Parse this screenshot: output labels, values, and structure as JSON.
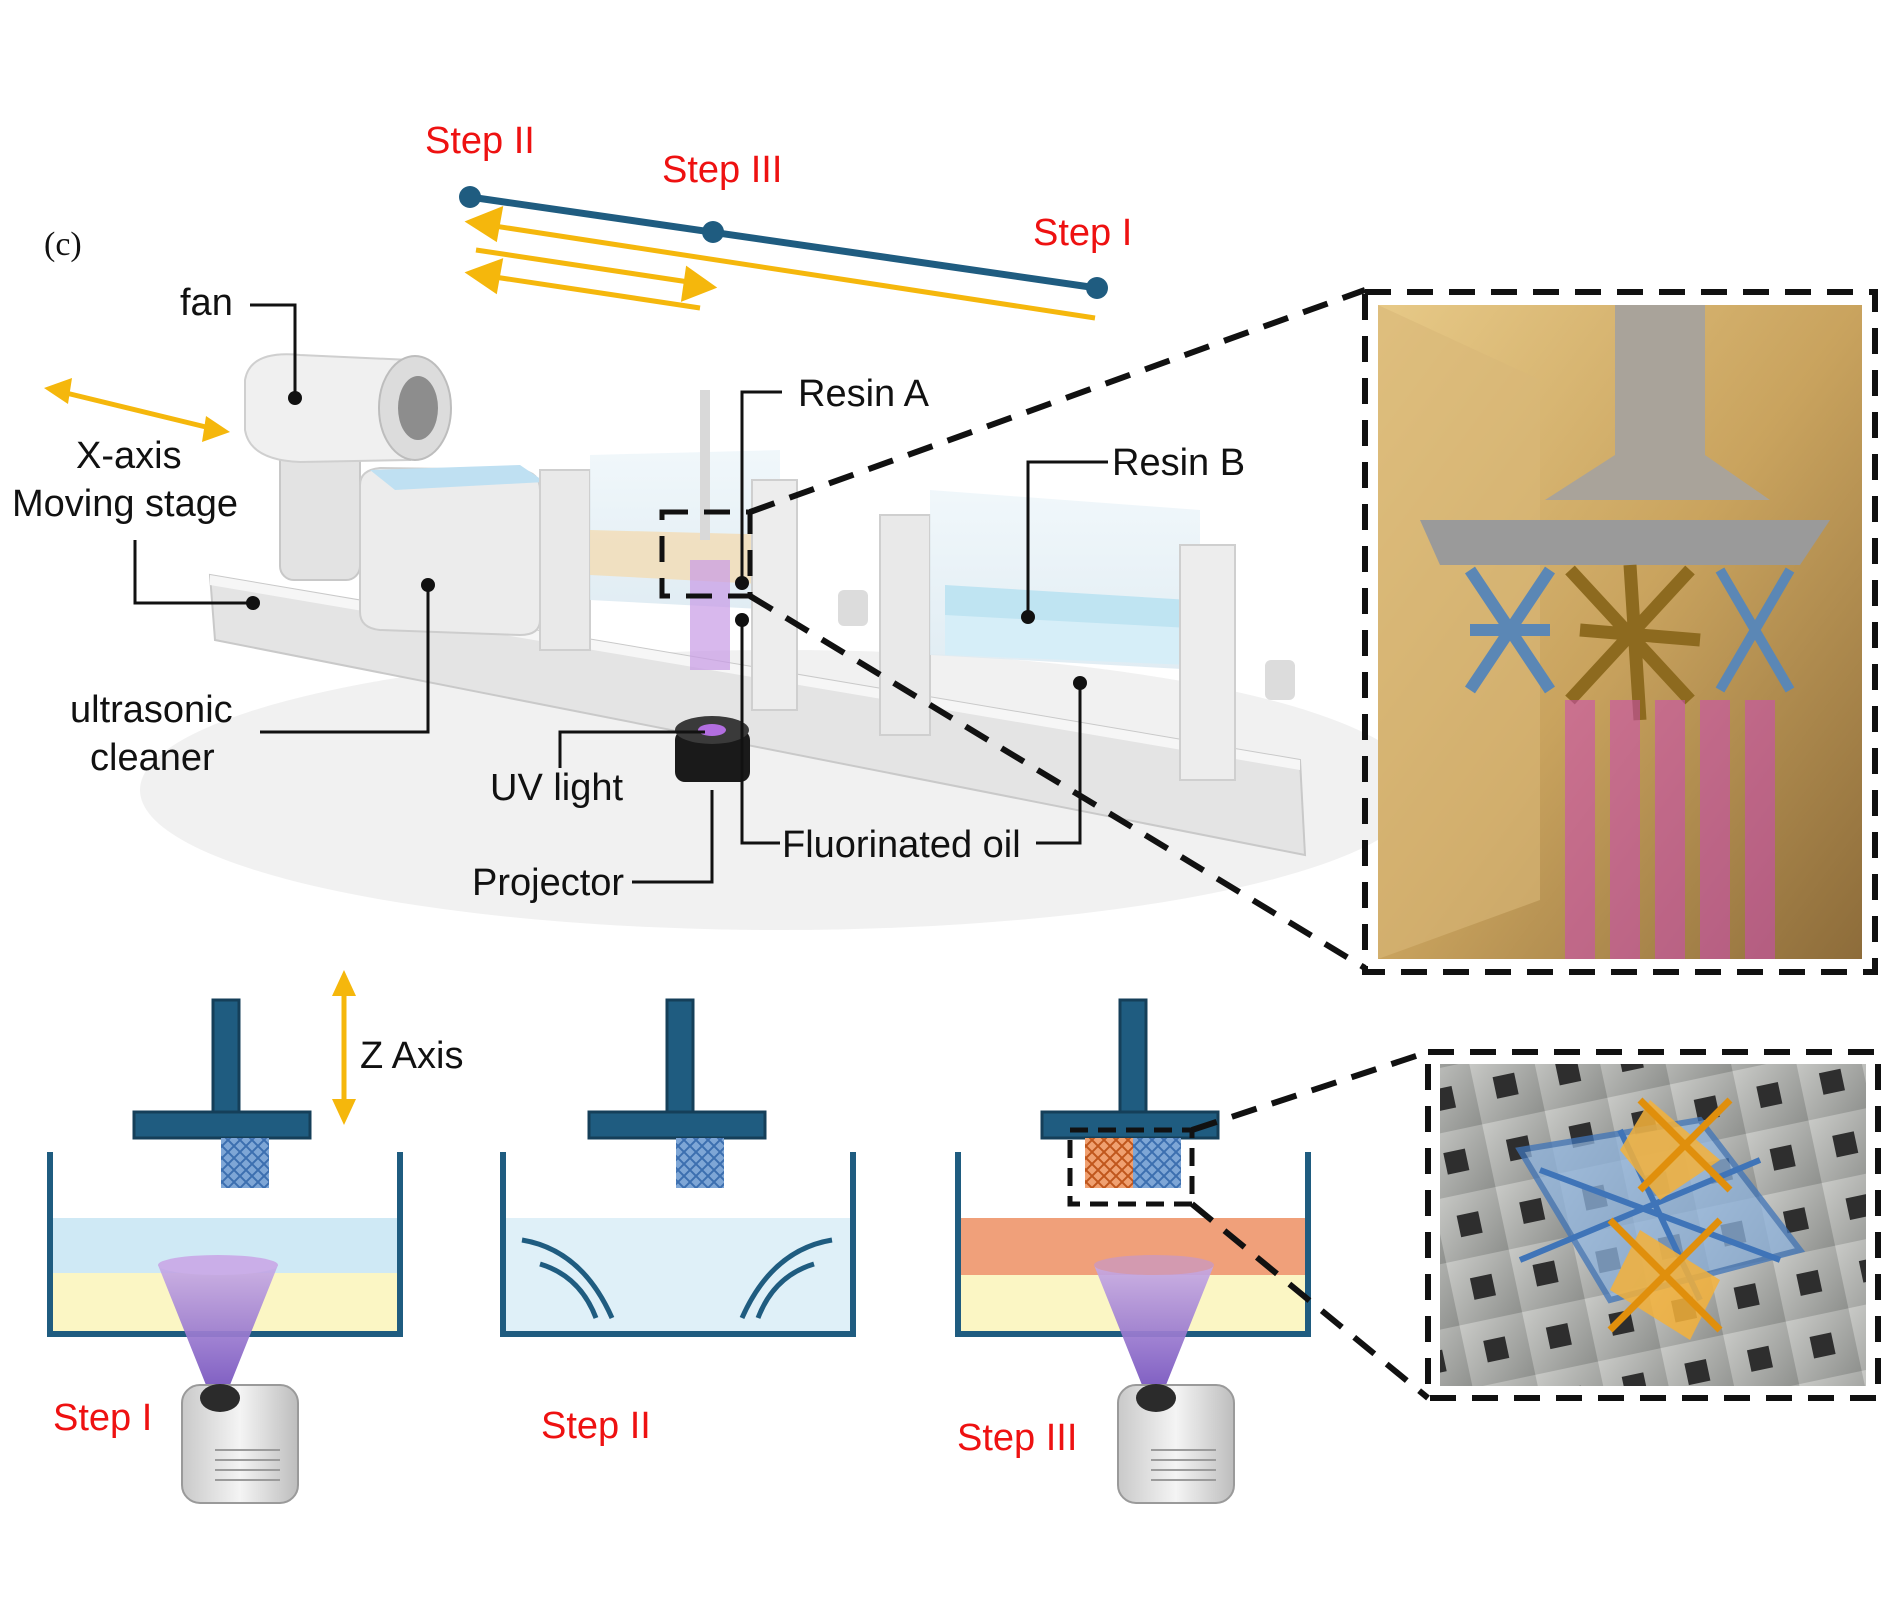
{
  "panel_label": "(c)",
  "top_timeline": {
    "step_labels": [
      "Step II",
      "Step III",
      "Step I"
    ]
  },
  "setup_labels": {
    "fan": "fan",
    "x_axis_line1": "X-axis",
    "x_axis_line2": "Moving stage",
    "ultrasonic_line1": "ultrasonic",
    "ultrasonic_line2": "cleaner",
    "resin_a": "Resin A",
    "resin_b": "Resin B",
    "uv_light": "UV light",
    "projector": "Projector",
    "fluorinated_oil": "Fluorinated oil"
  },
  "bottom_steps": {
    "z_axis": "Z Axis",
    "step1": "Step I",
    "step2": "Step II",
    "step3": "Step III"
  },
  "colors": {
    "step_text": "#ee1111",
    "timeline": "#1f5c80",
    "arrow": "#f5b70c",
    "platform": "#1f5c80",
    "resin_blue": "#cfe9f5",
    "oil_yellow": "#fbf6c4",
    "resin_orange": "#f0a07a",
    "uv_cone": "#b696d6"
  }
}
